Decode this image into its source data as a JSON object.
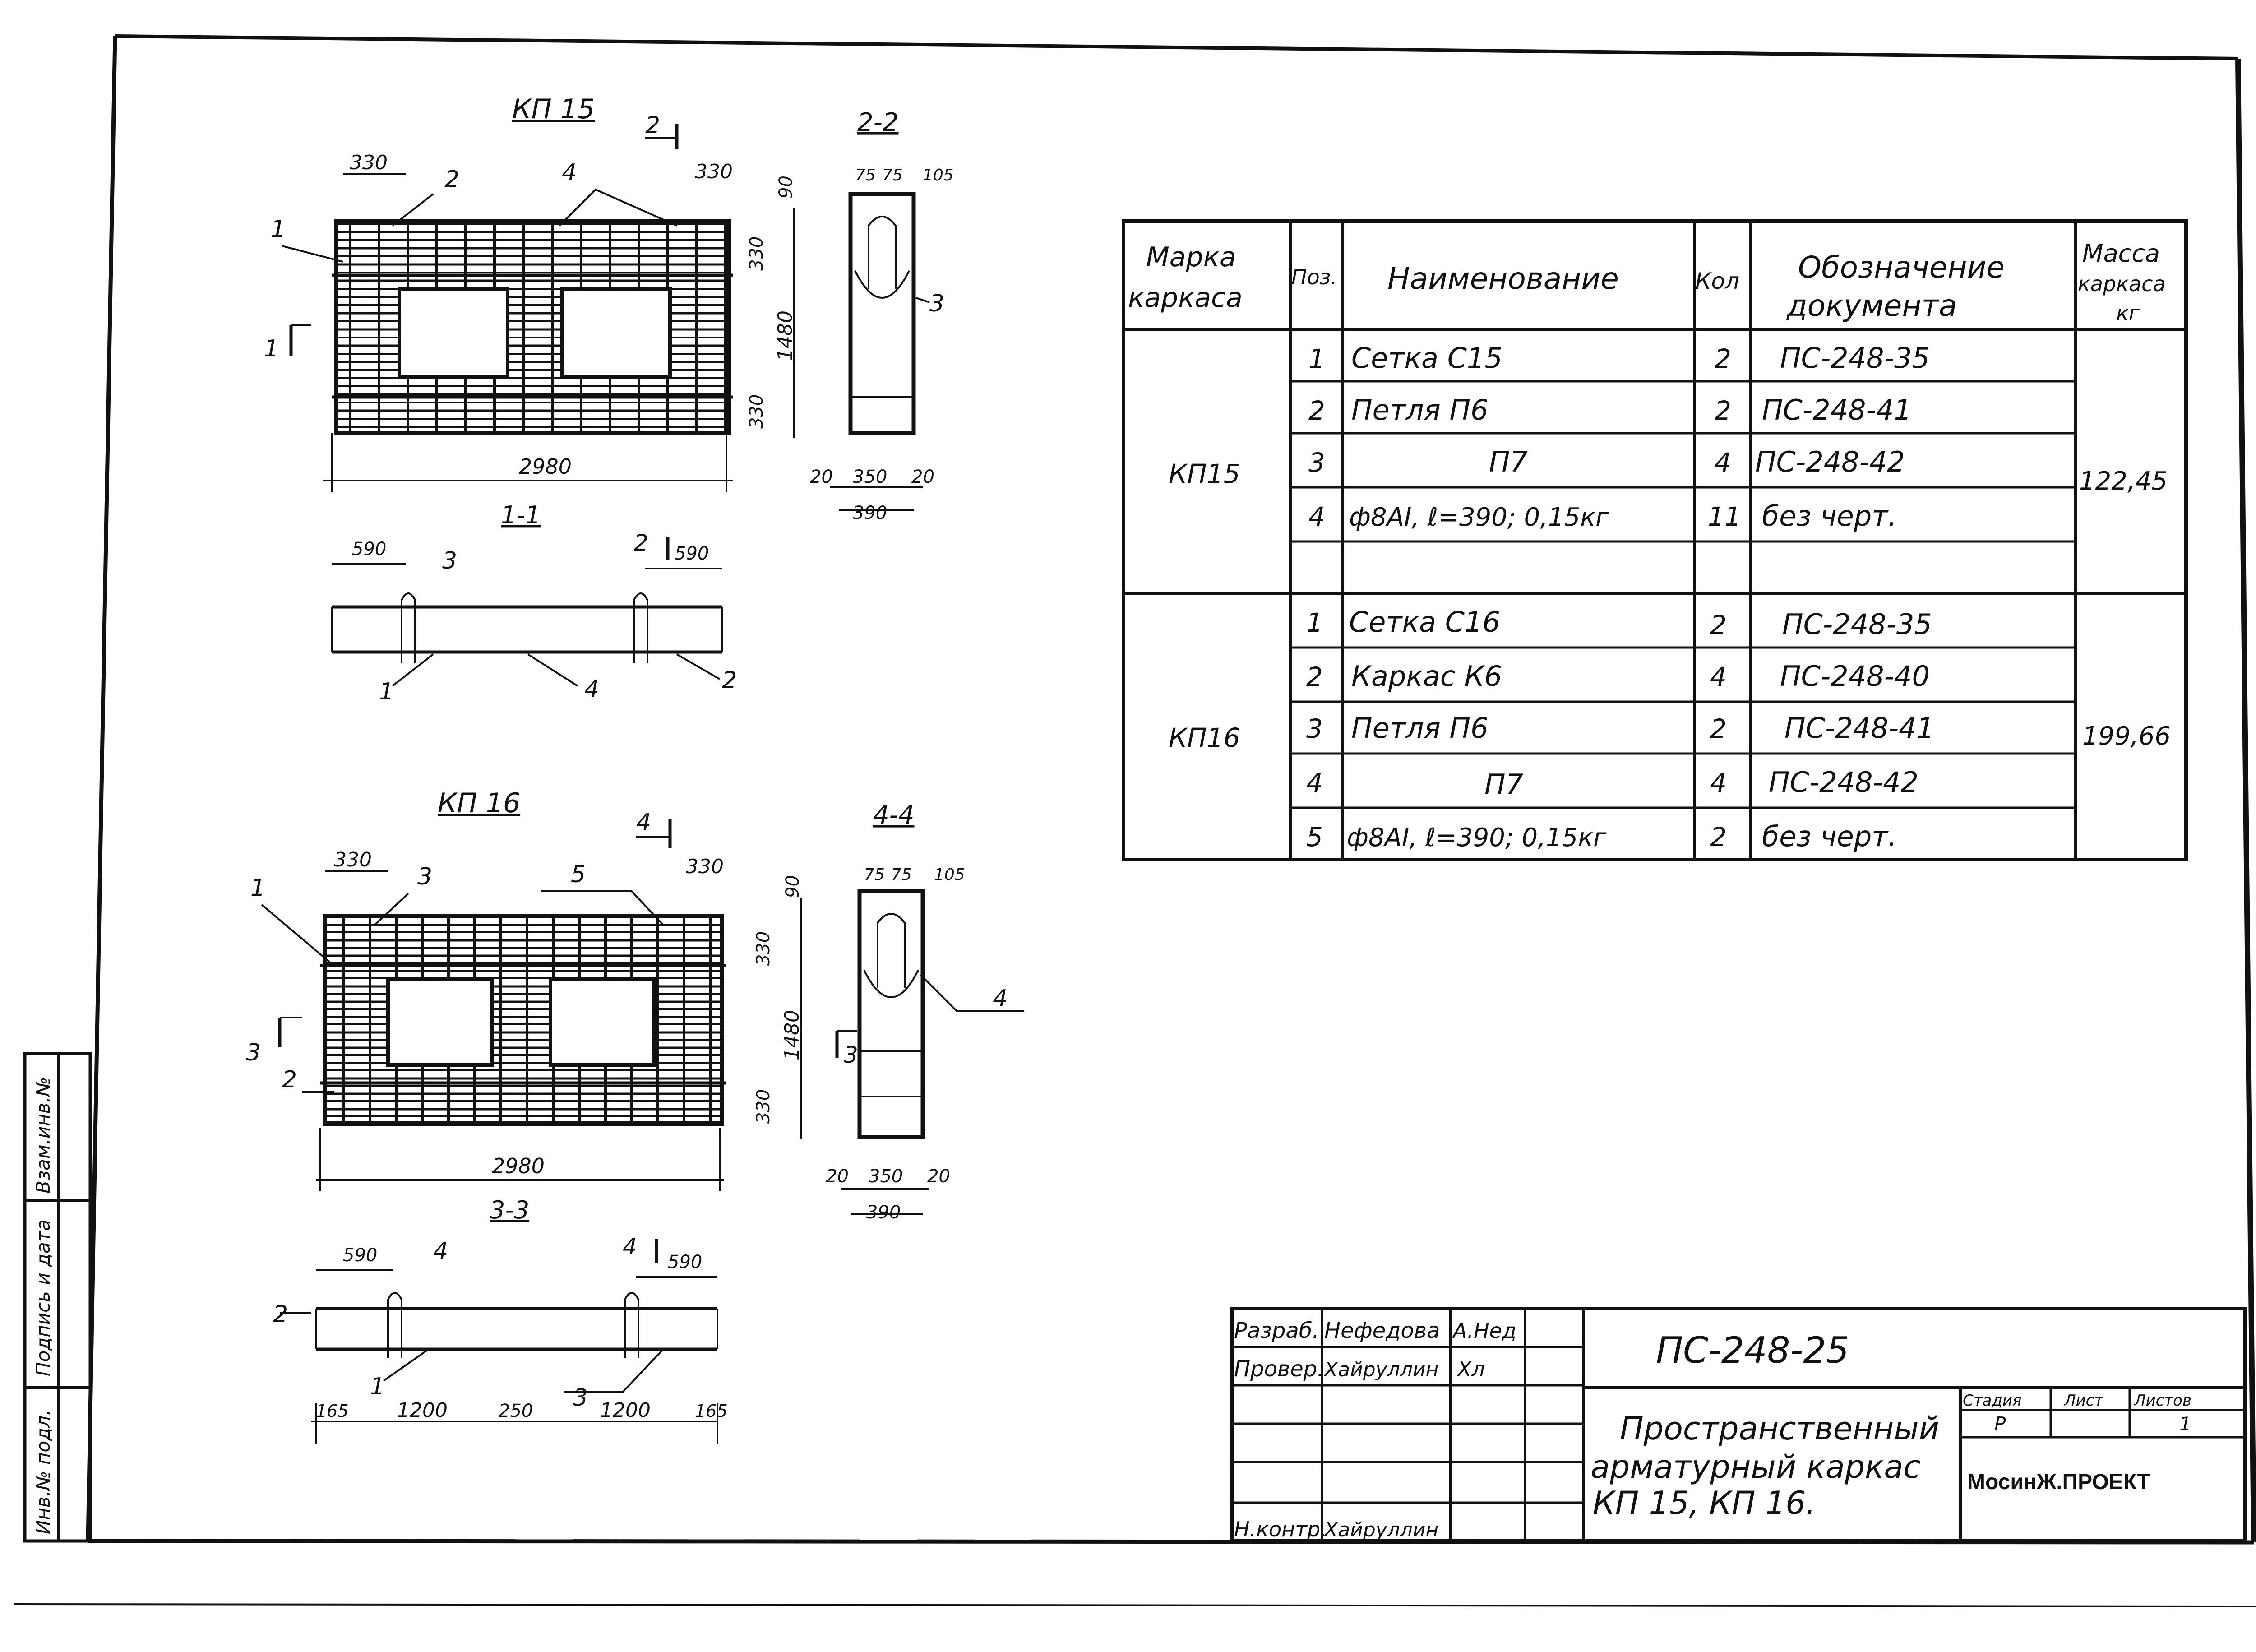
{
  "drawing": {
    "code": "ПС-248-25",
    "title_lines": [
      "Пространственный",
      "арматурный каркас",
      "КП 15, КП 16."
    ],
    "organization": "МосинЖ.ПРОЕКТ",
    "stage_header": "Стадия",
    "sheet_header": "Лист",
    "sheets_header": "Листов",
    "stage_value": "Р",
    "sheets_value": "1",
    "signatures": [
      {
        "role": "Разраб.",
        "name": "Нефедова",
        "sign": "А.Нед"
      },
      {
        "role": "Провер.",
        "name": "Хайруллин",
        "sign": "Хл"
      },
      {
        "role": "",
        "name": "",
        "sign": ""
      },
      {
        "role": "",
        "name": "",
        "sign": ""
      },
      {
        "role": "",
        "name": "",
        "sign": ""
      },
      {
        "role": "Н.контр.",
        "name": "Хайруллин",
        "sign": ""
      }
    ],
    "side_stamp": [
      "Инв.№ подл.",
      "Подпись и дата",
      "Взам.инв.№"
    ]
  },
  "spec_table": {
    "headers": {
      "mark": [
        "Марка",
        "каркаса"
      ],
      "pos": "Поз.",
      "name": "Наименование",
      "qty": "Кол",
      "doc": [
        "Обозначение",
        "документа"
      ],
      "mass": [
        "Масса",
        "каркаса",
        "кг"
      ]
    },
    "groups": [
      {
        "mark": "КП15",
        "mass": "122,45",
        "rows": [
          {
            "pos": "1",
            "name": "Сетка  С15",
            "qty": "2",
            "doc": "ПС-248-35"
          },
          {
            "pos": "2",
            "name": "Петля  П6",
            "qty": "2",
            "doc": "ПС-248-41"
          },
          {
            "pos": "3",
            "name": "П7",
            "qty": "4",
            "doc": "ПС-248-42"
          },
          {
            "pos": "4",
            "name": "ф8АI, ℓ=390;  0,15кг",
            "qty": "11",
            "doc": "без  черт."
          },
          {
            "pos": "",
            "name": "",
            "qty": "",
            "doc": ""
          }
        ]
      },
      {
        "mark": "КП16",
        "mass": "199,66",
        "rows": [
          {
            "pos": "1",
            "name": "Сетка  С16",
            "qty": "2",
            "doc": "ПС-248-35"
          },
          {
            "pos": "2",
            "name": "Каркас  К6",
            "qty": "4",
            "doc": "ПС-248-40"
          },
          {
            "pos": "3",
            "name": "Петля  П6",
            "qty": "2",
            "doc": "ПС-248-41"
          },
          {
            "pos": "4",
            "name": "П7",
            "qty": "4",
            "doc": "ПС-248-42"
          },
          {
            "pos": "5",
            "name": "ф8АI, ℓ=390; 0,15кг",
            "qty": "2",
            "doc": "без  черт."
          }
        ]
      }
    ]
  },
  "views": {
    "kp15": {
      "title": "КП 15",
      "section": "2",
      "dims": [
        "330",
        "330",
        "2980",
        "90",
        "330",
        "1480",
        "330"
      ],
      "leaders": [
        "1",
        "2",
        "4"
      ],
      "cut": "1"
    },
    "s22": {
      "title": "2-2",
      "dims": [
        "75",
        "75",
        "105",
        "20",
        "350",
        "20",
        "390"
      ],
      "leader": "3"
    },
    "s11": {
      "title": "1-1",
      "dims": [
        "590",
        "590"
      ],
      "cut": "2",
      "leaders": [
        "3",
        "1",
        "4",
        "2"
      ]
    },
    "kp16": {
      "title": "КП 16",
      "section": "4",
      "dims": [
        "330",
        "330",
        "2980",
        "90",
        "330",
        "1480",
        "330"
      ],
      "leaders": [
        "1",
        "3",
        "5",
        "2"
      ],
      "cut": "3"
    },
    "s44": {
      "title": "4-4",
      "dims": [
        "75",
        "75",
        "105",
        "20",
        "350",
        "20",
        "390"
      ],
      "leader": "4",
      "cut": "3"
    },
    "s33": {
      "title": "3-3",
      "dims": [
        "590",
        "590",
        "165",
        "1200",
        "250",
        "1200",
        "165"
      ],
      "cut": "4",
      "leaders": [
        "4",
        "2",
        "1",
        "3"
      ]
    }
  }
}
